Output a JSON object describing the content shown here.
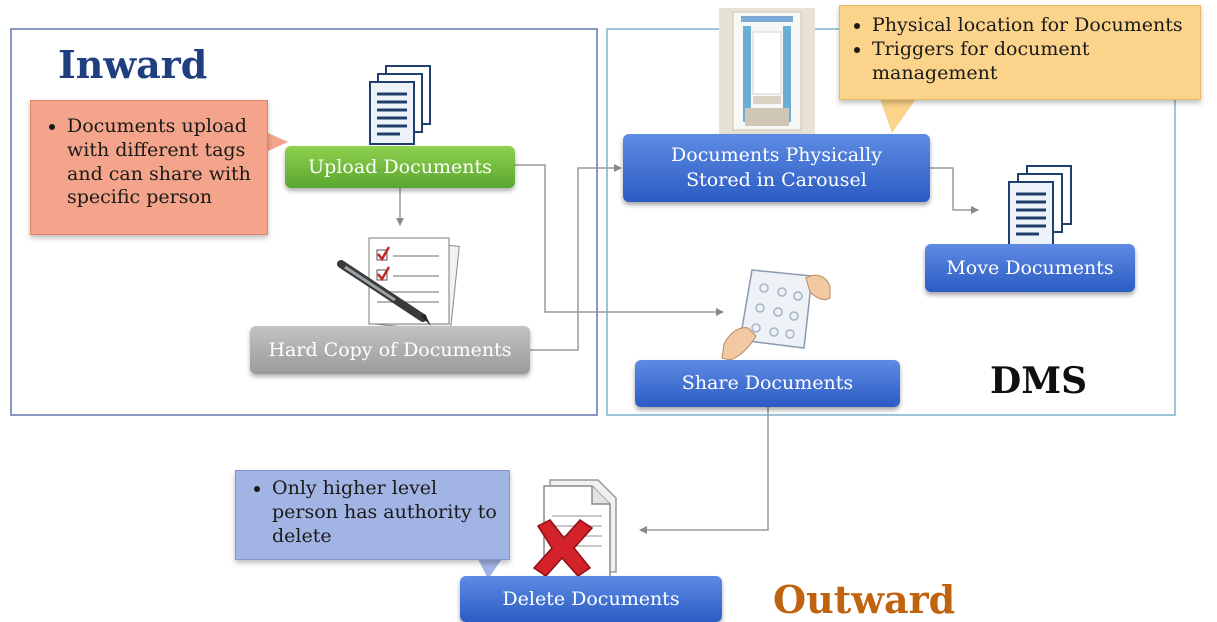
{
  "headings": {
    "inward": "Inward",
    "dms": "DMS",
    "outward": "Outward"
  },
  "nodes": {
    "upload": "Upload Documents",
    "hard_copy": "Hard Copy of Documents",
    "stored_line1": "Documents Physically",
    "stored_line2": "Stored in Carousel",
    "move": "Move Documents",
    "share": "Share Documents",
    "delete": "Delete Documents"
  },
  "callouts": {
    "upload": [
      "Documents upload with different tags and can share with specific person"
    ],
    "location": [
      "Physical location for Documents",
      "Triggers for document management"
    ],
    "delete": [
      "Only higher level person has authority to delete"
    ]
  },
  "colors": {
    "node_blue": "#2b5cc4",
    "node_green": "#5aa62f",
    "node_gray": "#9a9a9a",
    "callout_salmon": "#f3a48a",
    "callout_yellow": "#fbd38a",
    "callout_lavender": "#a2b4e4",
    "heading_inward": "#1f3f7f",
    "heading_outward": "#c0630e"
  },
  "icons": [
    "documents-stack-icon",
    "checklist-pen-icon",
    "carousel-cabinet-icon",
    "hand-sharing-icon",
    "document-delete-icon"
  ]
}
